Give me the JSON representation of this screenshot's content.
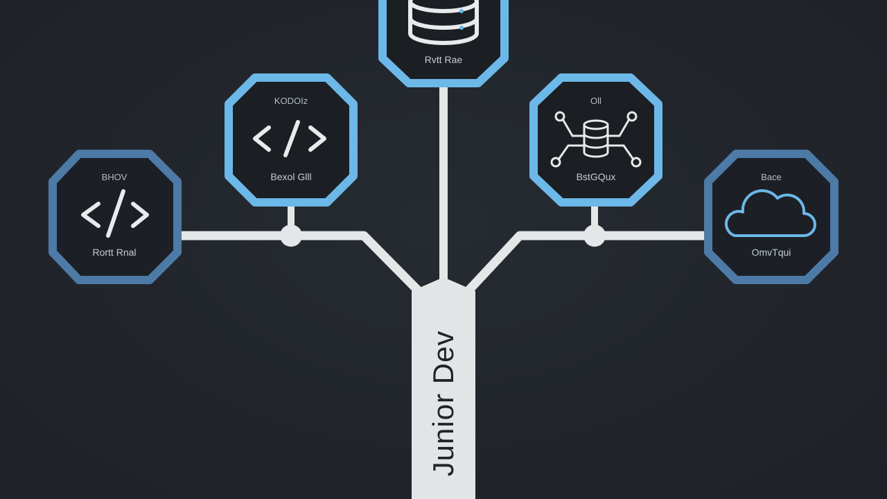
{
  "trunk": {
    "label": "Junior Dev"
  },
  "colors": {
    "background": "#21252b",
    "accent_bright": "#6cb8e8",
    "accent_muted": "#4d7aa6",
    "line": "#e4e6e8",
    "icon": "#e8eaec"
  },
  "nodes": {
    "top_center": {
      "top_label": "",
      "bottom_label": "Rvtt Rae",
      "icon": "database-icon"
    },
    "left_upper": {
      "top_label": "KODOIz",
      "bottom_label": "Bexol Glll",
      "icon": "code-icon"
    },
    "left_lower": {
      "top_label": "BHOV",
      "bottom_label": "Rortt Rnal",
      "icon": "code-icon"
    },
    "right_upper": {
      "top_label": "Oll",
      "bottom_label": "BstGQux",
      "icon": "network-database-icon"
    },
    "right_lower": {
      "top_label": "Bace",
      "bottom_label": "OmvTqui",
      "icon": "cloud-icon"
    }
  }
}
